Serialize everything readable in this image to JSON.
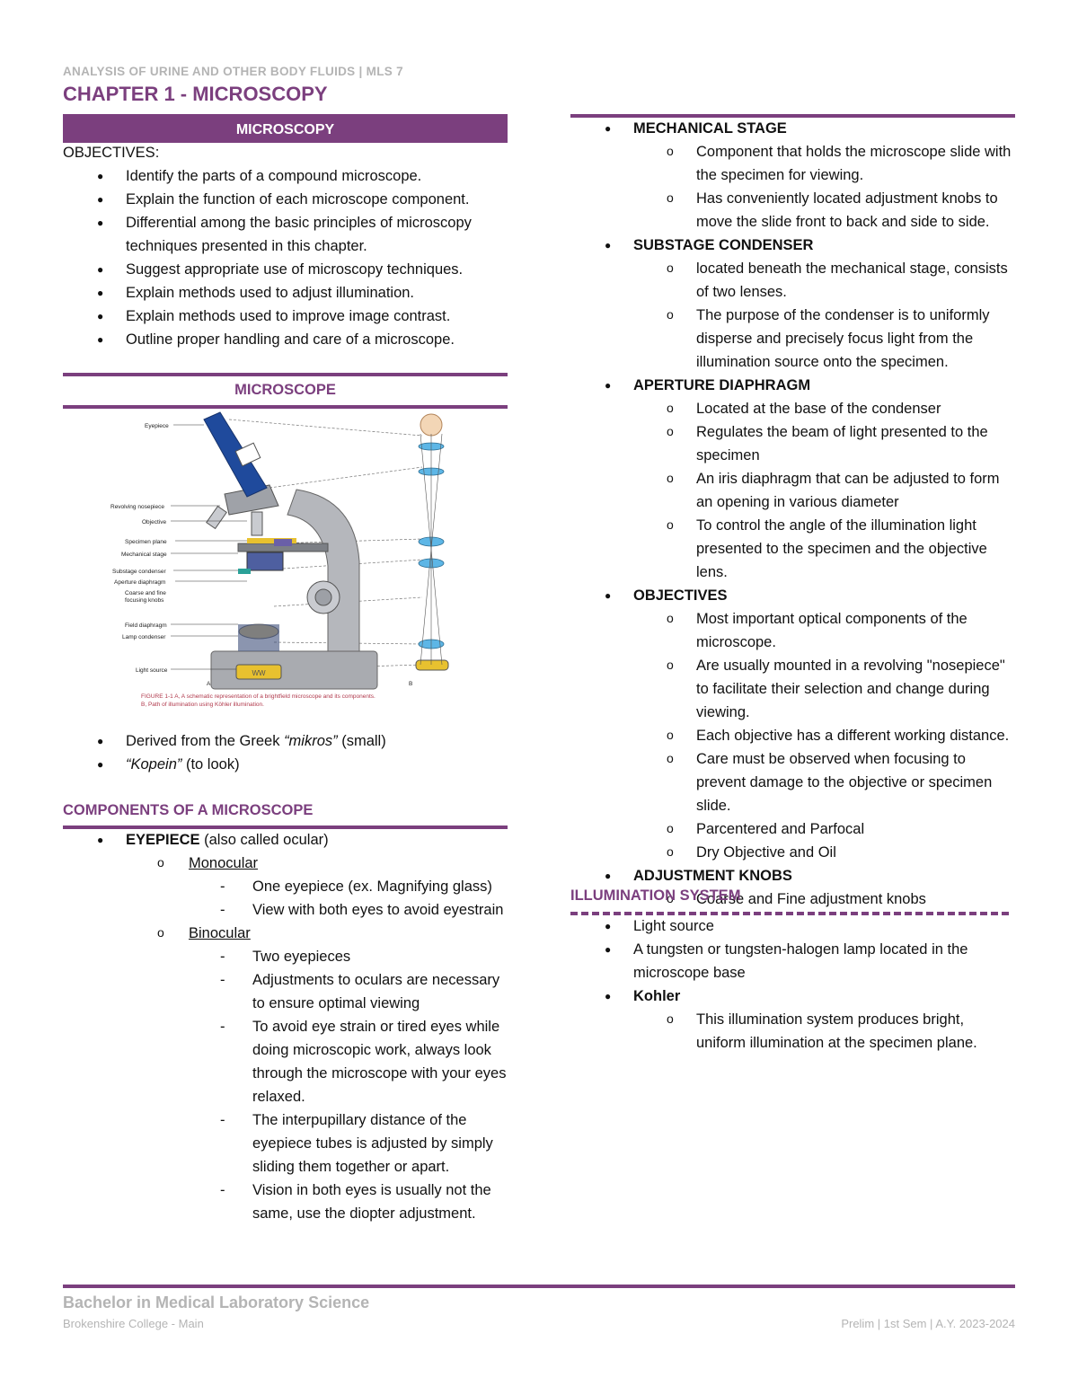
{
  "header": {
    "course": "ANALYSIS OF URINE AND OTHER BODY FLUIDS | MLS 7",
    "chapter": "CHAPTER 1 - MICROSCOPY"
  },
  "left": {
    "banner": "MICROSCOPY",
    "objectives_label": "OBJECTIVES:",
    "objectives": [
      "Identify the parts of a compound microscope.",
      "Explain the function of each microscope component.",
      "Differential among the basic principles of microscopy techniques presented in this chapter.",
      "Suggest appropriate use of microscopy techniques.",
      "Explain methods used to adjust illumination.",
      "Explain methods used to improve image contrast.",
      "Outline proper handling and care of a microscope."
    ],
    "microscope_title": "MICROSCOPE",
    "figure": {
      "labels": [
        "Eyepiece",
        "Revolving nosepiece",
        "Objective",
        "Specimen plane",
        "Mechanical stage",
        "Substage condenser",
        "Aperture diaphragm",
        "Coarse and fine",
        "focusing knobs",
        "Field diaphragm",
        "Lamp condenser",
        "Light source",
        "A",
        "B"
      ],
      "caption_1": "FIGURE 1-1 A, A schematic representation of a brightfield microscope and its components.",
      "caption_2": "B, Path of illumination using Köhler illumination."
    },
    "etymology_1_pre": "Derived from the Greek ",
    "etymology_1_word": "“mikros”",
    "etymology_1_post": " (small)",
    "etymology_2_word": "“Kopein”",
    "etymology_2_post": " (to look)",
    "components_title": "COMPONENTS OF A MICROSCOPE",
    "eyepiece_label": "EYEPIECE",
    "eyepiece_note": " (also called ocular)",
    "monocular": "Monocular",
    "monocular_items": [
      "One eyepiece (ex. Magnifying glass)",
      "View with both eyes to avoid eyestrain"
    ],
    "binocular": "Binocular",
    "binocular_items": [
      "Two eyepieces",
      "Adjustments to oculars are necessary to ensure optimal viewing",
      "To avoid eye strain or tired eyes while doing microscopic work, always look through the microscope with your eyes relaxed.",
      "The interpupillary distance of the eyepiece tubes is adjusted by simply sliding them together or apart.",
      "Vision in both eyes is usually not the same,  use the diopter adjustment."
    ]
  },
  "right": {
    "mechanical_stage": "MECHANICAL STAGE",
    "mechanical_items": [
      "Component that holds the microscope slide with the specimen for viewing.",
      "Has conveniently located adjustment knobs to move the slide front to back and side to side."
    ],
    "substage": "SUBSTAGE CONDENSER",
    "substage_items": [
      "located beneath the mechanical stage, consists of two lenses.",
      "The purpose of the condenser is to uniformly disperse and precisely focus light from the illumination source onto the specimen."
    ],
    "aperture": "APERTURE DIAPHRAGM",
    "aperture_items": [
      "Located at the base of the condenser",
      "Regulates the beam of light presented to the specimen",
      "An iris diaphragm that can be adjusted to form an opening in various diameter",
      "To control the angle of the illumination light presented to the specimen and the objective lens."
    ],
    "objectives": "OBJECTIVES",
    "objectives_items": [
      "Most important optical components of the microscope.",
      "Are usually mounted in a revolving \"nosepiece\" to facilitate their selection and change during viewing.",
      "Each objective has a different working distance.",
      "Care must be observed when focusing to prevent damage to the objective or specimen slide.",
      "Parcentered and Parfocal",
      "Dry Objective and Oil"
    ],
    "adjustment": "ADJUSTMENT KNOBS",
    "adjustment_items": [
      "Coarse and Fine adjustment knobs"
    ],
    "illumination_title": "ILLUMINATION SYSTEM",
    "illum_items": [
      "Light source",
      "A tungsten or tungsten-halogen lamp located in the microscope base"
    ],
    "kohler": "Kohler",
    "kohler_items": [
      "This illumination system produces bright, uniform illumination at the specimen plane."
    ]
  },
  "footer": {
    "title": "Bachelor in Medical Laboratory Science",
    "school": "Brokenshire College - Main",
    "term": "Prelim | 1st Sem | A.Y. 2023-2024"
  },
  "colors": {
    "accent": "#7b3f7e",
    "muted": "#b4b4b4"
  }
}
